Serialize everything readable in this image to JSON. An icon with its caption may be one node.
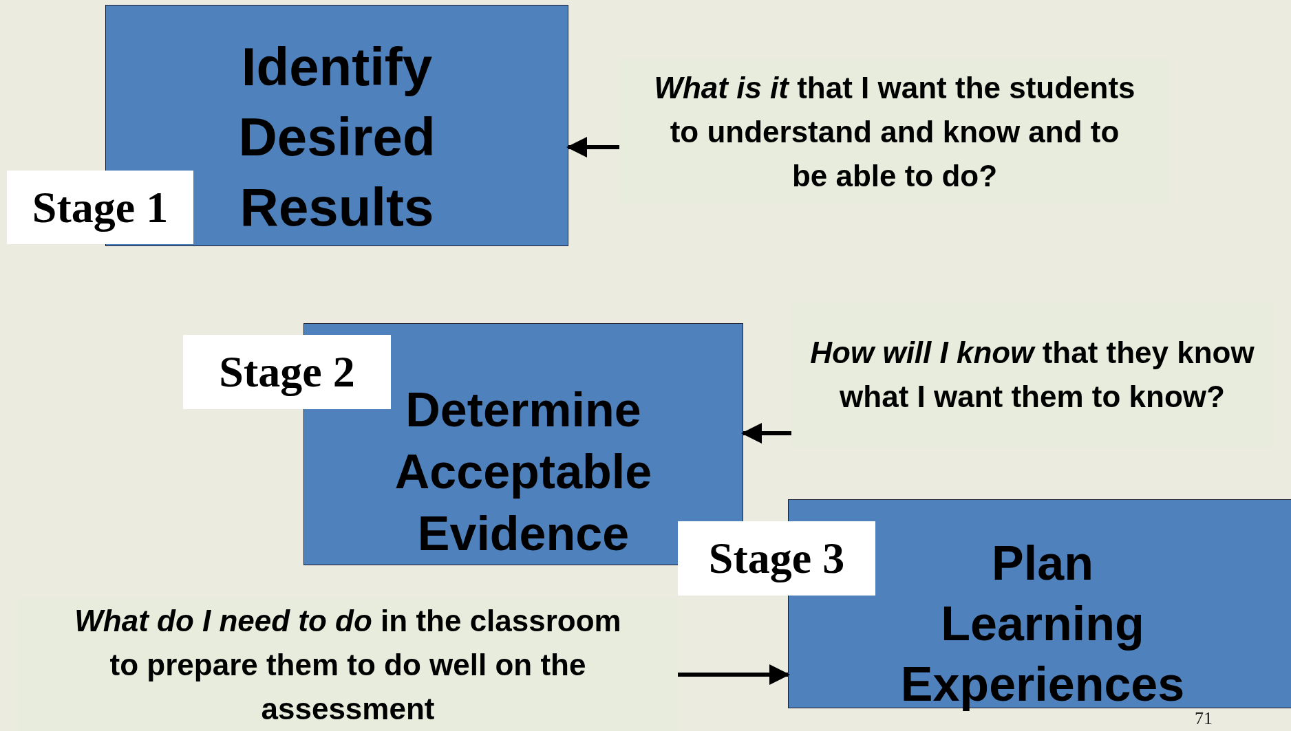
{
  "diagram": {
    "nodes": [
      {
        "text": [
          "Identify Desired Results"
        ]
      },
      {
        "text": [
          "Stage 1"
        ]
      },
      {
        "text": [
          "*What is it* that I want the students to understand and know and to be able to do?"
        ]
      },
      {
        "text": [
          "Stage 2"
        ]
      },
      {
        "text": [
          "Determine Acceptable Evidence"
        ]
      },
      {
        "text": [
          "*How will I know* that they know what I want them to know?"
        ]
      },
      {
        "text": [
          "Stage 3"
        ]
      },
      {
        "text": [
          "Plan Learning Experiences"
        ]
      },
      {
        "text": [
          "*What do I need to do* in the classroom to prepare them to do well on the assessment"
        ]
      }
    ],
    "edges": [
      {
        "from": 2,
        "to": 0,
        "arrow": "to"
      },
      {
        "from": 5,
        "to": 4,
        "arrow": "to"
      },
      {
        "from": 8,
        "to": 7,
        "arrow": "to"
      }
    ],
    "labels": [
      "71"
    ]
  }
}
